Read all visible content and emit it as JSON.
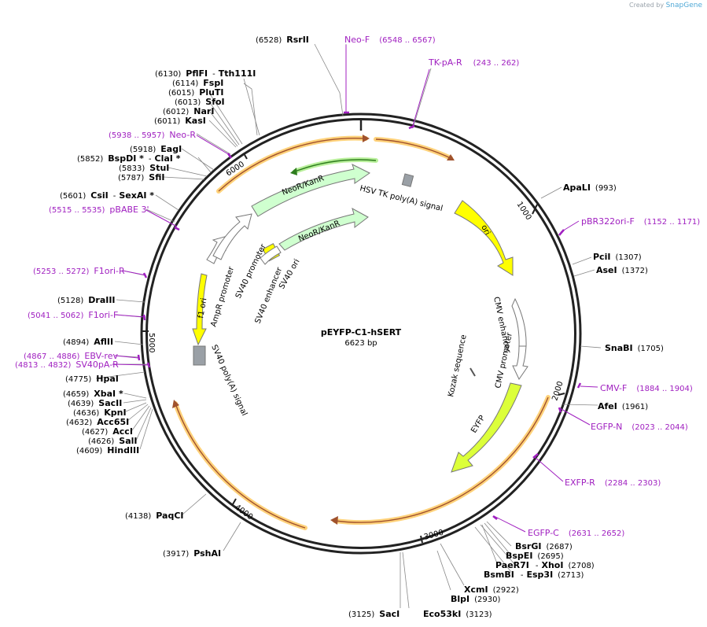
{
  "branding": {
    "prefix": "Created by",
    "name": "SnapGene"
  },
  "plasmid": {
    "name": "pEYFP-C1-hSERT",
    "size_label": "6623 bp",
    "length": 6623
  },
  "ring_ticks": [
    {
      "pos": 1000,
      "label": "1000"
    },
    {
      "pos": 2000,
      "label": "2000"
    },
    {
      "pos": 3000,
      "label": "3000"
    },
    {
      "pos": 4000,
      "label": "4000"
    },
    {
      "pos": 5000,
      "label": "5000"
    },
    {
      "pos": 6000,
      "label": "6000"
    }
  ],
  "features": [
    {
      "name": "HSV TK poly(A) signal",
      "kind": "box",
      "color": "#9aa0a6"
    },
    {
      "name": "ori",
      "kind": "arrow",
      "color": "#ffff00"
    },
    {
      "name": "CMV enhancer",
      "kind": "arrow",
      "color": "#ffffff"
    },
    {
      "name": "CMV promoter",
      "kind": "arrow",
      "color": "#ffffff"
    },
    {
      "name": "Kozak sequence",
      "kind": "marker",
      "color": "#666666"
    },
    {
      "name": "EYFP",
      "kind": "arrow",
      "color": "#dcff3a"
    },
    {
      "name": "SV40 poly(A) signal",
      "kind": "box",
      "color": "#9aa0a6"
    },
    {
      "name": "f1 ori",
      "kind": "arrow",
      "color": "#ffff00"
    },
    {
      "name": "AmpR promoter",
      "kind": "arrow",
      "color": "#ffffff"
    },
    {
      "name": "SV40 promoter",
      "kind": "arrow",
      "color": "#ffffff"
    },
    {
      "name": "NeoR/KanR",
      "kind": "arrow",
      "color": "#cfffcf"
    },
    {
      "name": "SV40 enhancer",
      "kind": "box",
      "color": "#ffff00"
    },
    {
      "name": "SV40 ori",
      "kind": "arrow",
      "color": "#ffffff"
    },
    {
      "name": "NeoR/KanR",
      "kind": "arrow",
      "color": "#cfffcf"
    }
  ],
  "enzymes": [
    {
      "name": "RsrII",
      "pos": "(6528)"
    },
    {
      "name": "PflFI",
      "pos": "(6130)",
      "alt": "Tth111I"
    },
    {
      "name": "FspI",
      "pos": "(6114)"
    },
    {
      "name": "PluTI",
      "pos": "(6015)"
    },
    {
      "name": "SfoI",
      "pos": "(6013)"
    },
    {
      "name": "NarI",
      "pos": "(6012)"
    },
    {
      "name": "KasI",
      "pos": "(6011)"
    },
    {
      "name": "EagI",
      "pos": "(5918)"
    },
    {
      "name": "BspDI *",
      "pos": "(5852)",
      "alt": "ClaI *"
    },
    {
      "name": "StuI",
      "pos": "(5833)"
    },
    {
      "name": "SfiI",
      "pos": "(5787)"
    },
    {
      "name": "CsiI",
      "pos": "(5601)",
      "alt": "SexAI *"
    },
    {
      "name": "DraIII",
      "pos": "(5128)"
    },
    {
      "name": "AflII",
      "pos": "(4894)"
    },
    {
      "name": "HpaI",
      "pos": "(4775)"
    },
    {
      "name": "XbaI *",
      "pos": "(4659)"
    },
    {
      "name": "SacII",
      "pos": "(4639)"
    },
    {
      "name": "KpnI",
      "pos": "(4636)"
    },
    {
      "name": "Acc65I",
      "pos": "(4632)"
    },
    {
      "name": "AccI",
      "pos": "(4627)"
    },
    {
      "name": "SalI",
      "pos": "(4626)"
    },
    {
      "name": "HindIII",
      "pos": "(4609)"
    },
    {
      "name": "PaqCI",
      "pos": "(4138)"
    },
    {
      "name": "PshAI",
      "pos": "(3917)"
    },
    {
      "name": "SacI",
      "pos": "(3125)"
    },
    {
      "name": "Eco53kI",
      "pos": "(3123)"
    },
    {
      "name": "BlpI",
      "pos": "(2930)"
    },
    {
      "name": "XcmI",
      "pos": "(2922)"
    },
    {
      "name": "BsmBI",
      "pos": "(2713)",
      "alt": "Esp3I",
      "alt_pos": "(2713)"
    },
    {
      "name": "PaeR7I",
      "pos": "(2708)",
      "alt": "XhoI"
    },
    {
      "name": "BspEI",
      "pos": "(2695)"
    },
    {
      "name": "BsrGI",
      "pos": "(2687)"
    },
    {
      "name": "AfeI",
      "pos": "(1961)"
    },
    {
      "name": "SnaBI",
      "pos": "(1705)"
    },
    {
      "name": "AseI",
      "pos": "(1372)"
    },
    {
      "name": "PciI",
      "pos": "(1307)"
    },
    {
      "name": "ApaLI",
      "pos": "(993)"
    }
  ],
  "primers": [
    {
      "name": "Neo-F",
      "range": "(6548 .. 6567)"
    },
    {
      "name": "TK-pA-R",
      "range": "(243 .. 262)"
    },
    {
      "name": "Neo-R",
      "range": "(5938 .. 5957)"
    },
    {
      "name": "pBABE 3'",
      "range": "(5515 .. 5535)"
    },
    {
      "name": "F1ori-R",
      "range": "(5253 .. 5272)"
    },
    {
      "name": "F1ori-F",
      "range": "(5041 .. 5062)"
    },
    {
      "name": "EBV-rev",
      "range": "(4867 .. 4886)"
    },
    {
      "name": "SV40pA-R",
      "range": "(4813 .. 4832)"
    },
    {
      "name": "pBR322ori-F",
      "range": "(1152 .. 1171)"
    },
    {
      "name": "CMV-F",
      "range": "(1884 .. 1904)"
    },
    {
      "name": "EGFP-N",
      "range": "(2023 .. 2044)"
    },
    {
      "name": "EXFP-R",
      "range": "(2284 .. 2303)"
    },
    {
      "name": "EGFP-C",
      "range": "(2631 .. 2652)"
    }
  ],
  "colors": {
    "backbone": "#222222",
    "enzyme_text": "#000000",
    "primer": "#a020c0",
    "orf_line": "#a0522d",
    "orf_glow": "#ffd27a",
    "neo_orf_line": "#2e7d1e",
    "neo_orf_glow": "#b8ef9a"
  }
}
